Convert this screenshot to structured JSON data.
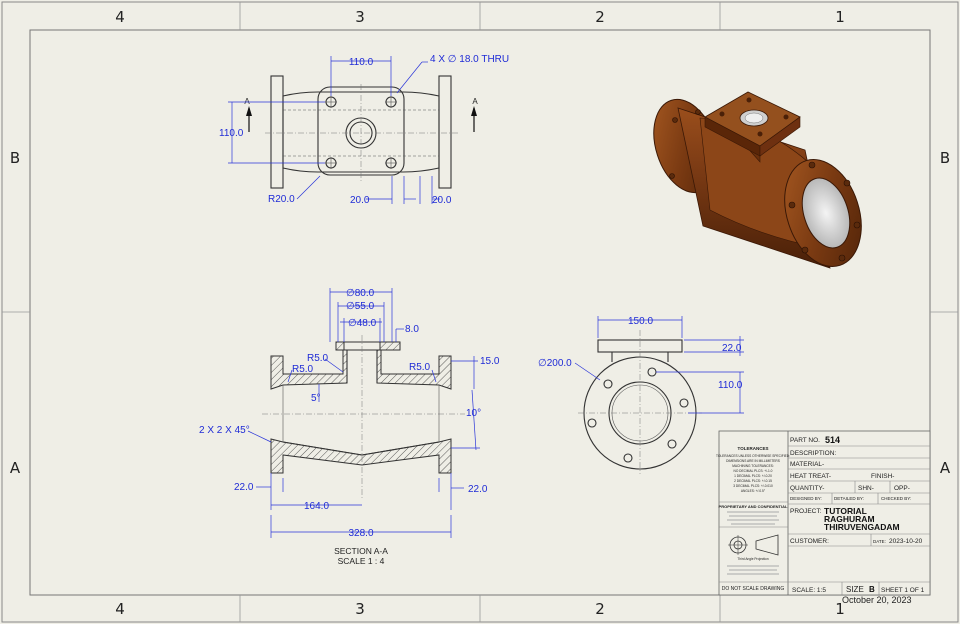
{
  "zones": {
    "top": [
      "4",
      "3",
      "2",
      "1"
    ],
    "bottom": [
      "4",
      "3",
      "2",
      "1"
    ],
    "left": [
      "B",
      "A"
    ],
    "right": [
      "B",
      "A"
    ]
  },
  "top_view": {
    "dims": {
      "flange_spacing": "110.0",
      "holes": "4 X ∅ 18.0 THRU",
      "height": "110.0",
      "radius": "R20.0",
      "edge1": "20.0",
      "edge2": "20.0"
    },
    "section_mark": "A"
  },
  "section_view": {
    "dims": {
      "d80": "∅80.0",
      "d55": "∅55.0",
      "d48": "∅48.0",
      "wall8": "8.0",
      "r5a": "R5.0",
      "r5b": "R5.0",
      "r5c": "R5.0",
      "t15": "15.0",
      "angle5": "5°",
      "angle10": "10°",
      "chamfer": "2 X 2 X 45°",
      "l22a": "22.0",
      "l22b": "22.0",
      "l164": "164.0",
      "l328": "328.0"
    },
    "title": "SECTION A-A",
    "scale": "SCALE 1 : 4"
  },
  "side_view": {
    "dims": {
      "d200": "∅200.0",
      "w150": "150.0",
      "t22": "22.0",
      "h110": "110.0"
    }
  },
  "title_block": {
    "part_no_label": "PART NO.",
    "part_no": "514",
    "description_label": "DESCRIPTION:",
    "material_label": "MATERIAL-",
    "heat_treat_label": "HEAT TREAT-",
    "finish_label": "FINISH-",
    "quantity_label": "QUANTITY-",
    "shn_label": "SHN-",
    "opp_label": "OPP-",
    "designed_by": "DESIGNED BY:",
    "detailed_by": "DETAILED BY:",
    "checked_by": "CHECKED BY:",
    "project_label": "PROJECT:",
    "project_lines": [
      "TUTORIAL",
      "RAGHURAM",
      "THIRUVENGADAM"
    ],
    "customer_label": "CUSTOMER:",
    "date_label": "DATE:",
    "date": "2023-10-20",
    "scale": "SCALE: 1:5",
    "size_label": "SIZE",
    "size": "B",
    "sheet": "SHEET 1 OF 1",
    "tolerances_title": "TOLERANCES",
    "tolerances_lines": [
      "TOLERANCES UNLESS OTHERWISE SPECIFIED:",
      "DIMENSIONS ARE IN MILLIMETERS",
      "MACHINING TOLERANCES:",
      "NO DECIMAL PLCS: +/-1.0",
      "1 DECIMAL PLCS: +/-0.20",
      "2 DECIMAL PLCS: +/-0.15",
      "3 DECIMAL PLCS: +/-0.010",
      "ANGLES: +/-0.5°"
    ],
    "proprietary_title": "PROPRIETARY AND CONFIDENTIAL",
    "projection_label": "Third Angle Projection",
    "do_not_scale": "DO NOT SCALE DRAWING",
    "print_date": "October 20, 2023"
  }
}
